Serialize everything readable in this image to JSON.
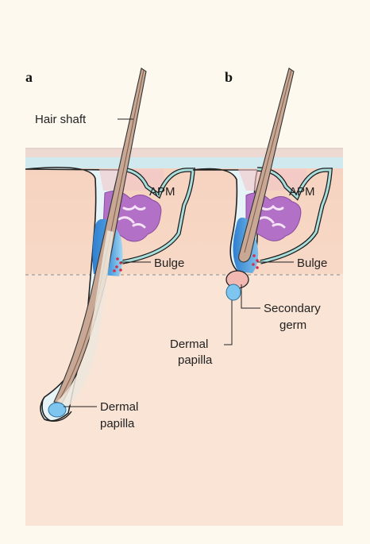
{
  "panels": [
    {
      "id": "a",
      "letter": "a",
      "labels": {
        "hair_shaft": "Hair shaft",
        "apm": "APM",
        "bulge": "Bulge",
        "dermal_papilla_line1": "Dermal",
        "dermal_papilla_line2": "papilla"
      }
    },
    {
      "id": "b",
      "letter": "b",
      "labels": {
        "apm": "APM",
        "bulge": "Bulge",
        "secondary_germ_line1": "Secondary",
        "secondary_germ_line2": "germ",
        "dermal_papilla_line1": "Dermal",
        "dermal_papilla_line2": "papilla"
      }
    }
  ],
  "colors": {
    "background": "#fdf9ee",
    "epidermis": "#f0dcd0",
    "dermis_upper": "#f6d3c0",
    "dermis_lower": "#f9e4d4",
    "outer_root_sheath": "#bfe7ea",
    "muscle_outline": "#8fd3d1",
    "bulge_blue": "#3c8fd6",
    "sebaceous_gland": "#b572c7",
    "hair_shaft": "#c9a996",
    "dermal_papilla": "#7ec6ef",
    "secondary_germ": "#f2b9b3",
    "stem_cell_dots": "#d2304a"
  }
}
